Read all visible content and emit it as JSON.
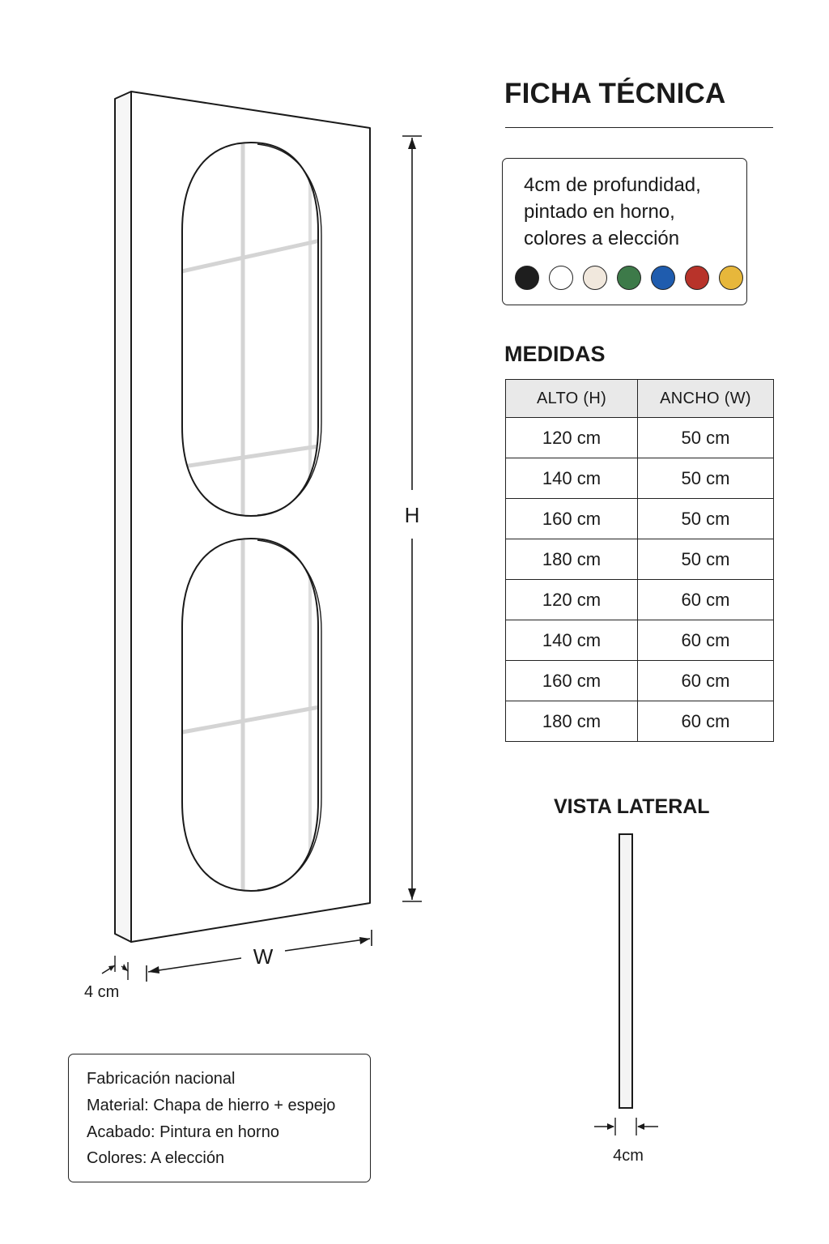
{
  "title": "FICHA TÉCNICA",
  "spec": {
    "lines": [
      "4cm de profundidad,",
      "pintado en horno,",
      "colores a elección"
    ],
    "swatches": [
      "#1e1e1e",
      "#ffffff",
      "#f1e8dd",
      "#3d7a49",
      "#1f5cae",
      "#b8332a",
      "#e7b73b"
    ]
  },
  "drawing": {
    "height_label": "H",
    "width_label": "W",
    "depth_label": "4 cm"
  },
  "medidas": {
    "title": "MEDIDAS",
    "headers": [
      "ALTO (H)",
      "ANCHO (W)"
    ],
    "rows": [
      [
        "120 cm",
        "50 cm"
      ],
      [
        "140 cm",
        "50 cm"
      ],
      [
        "160 cm",
        "50 cm"
      ],
      [
        "180 cm",
        "50 cm"
      ],
      [
        "120 cm",
        "60 cm"
      ],
      [
        "140 cm",
        "60 cm"
      ],
      [
        "160 cm",
        "60 cm"
      ],
      [
        "180 cm",
        "60 cm"
      ]
    ]
  },
  "lateral": {
    "title": "VISTA LATERAL",
    "depth_label": "4cm"
  },
  "info": {
    "lines": [
      "Fabricación nacional",
      "Material: Chapa de hierro + espejo",
      "Acabado: Pintura en horno",
      "Colores: A elección"
    ]
  }
}
